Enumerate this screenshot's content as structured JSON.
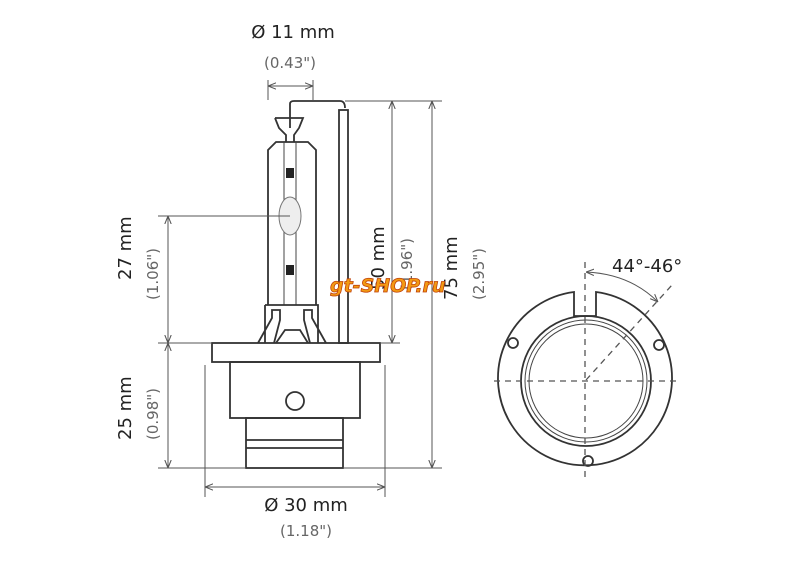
{
  "dimensions": {
    "diameter_top": {
      "mm": "Ø 11 mm",
      "inch": "(0.43\")"
    },
    "arc_height": {
      "mm": "27  mm",
      "inch": "(1.06\")"
    },
    "base_height": {
      "mm": "25  mm",
      "inch": "(0.98\")"
    },
    "electrode_height": {
      "mm": "50 mm",
      "inch": "(1.96\")"
    },
    "total_height": {
      "mm": "75 mm",
      "inch": "(2.95\")"
    },
    "diameter_base": {
      "mm": "Ø 30 mm",
      "inch": "(1.18\")"
    },
    "angle": "44°-46°"
  },
  "watermark": "gt-SHOP.ru",
  "colors": {
    "line": "#333333",
    "watermark": "#f39a12"
  }
}
